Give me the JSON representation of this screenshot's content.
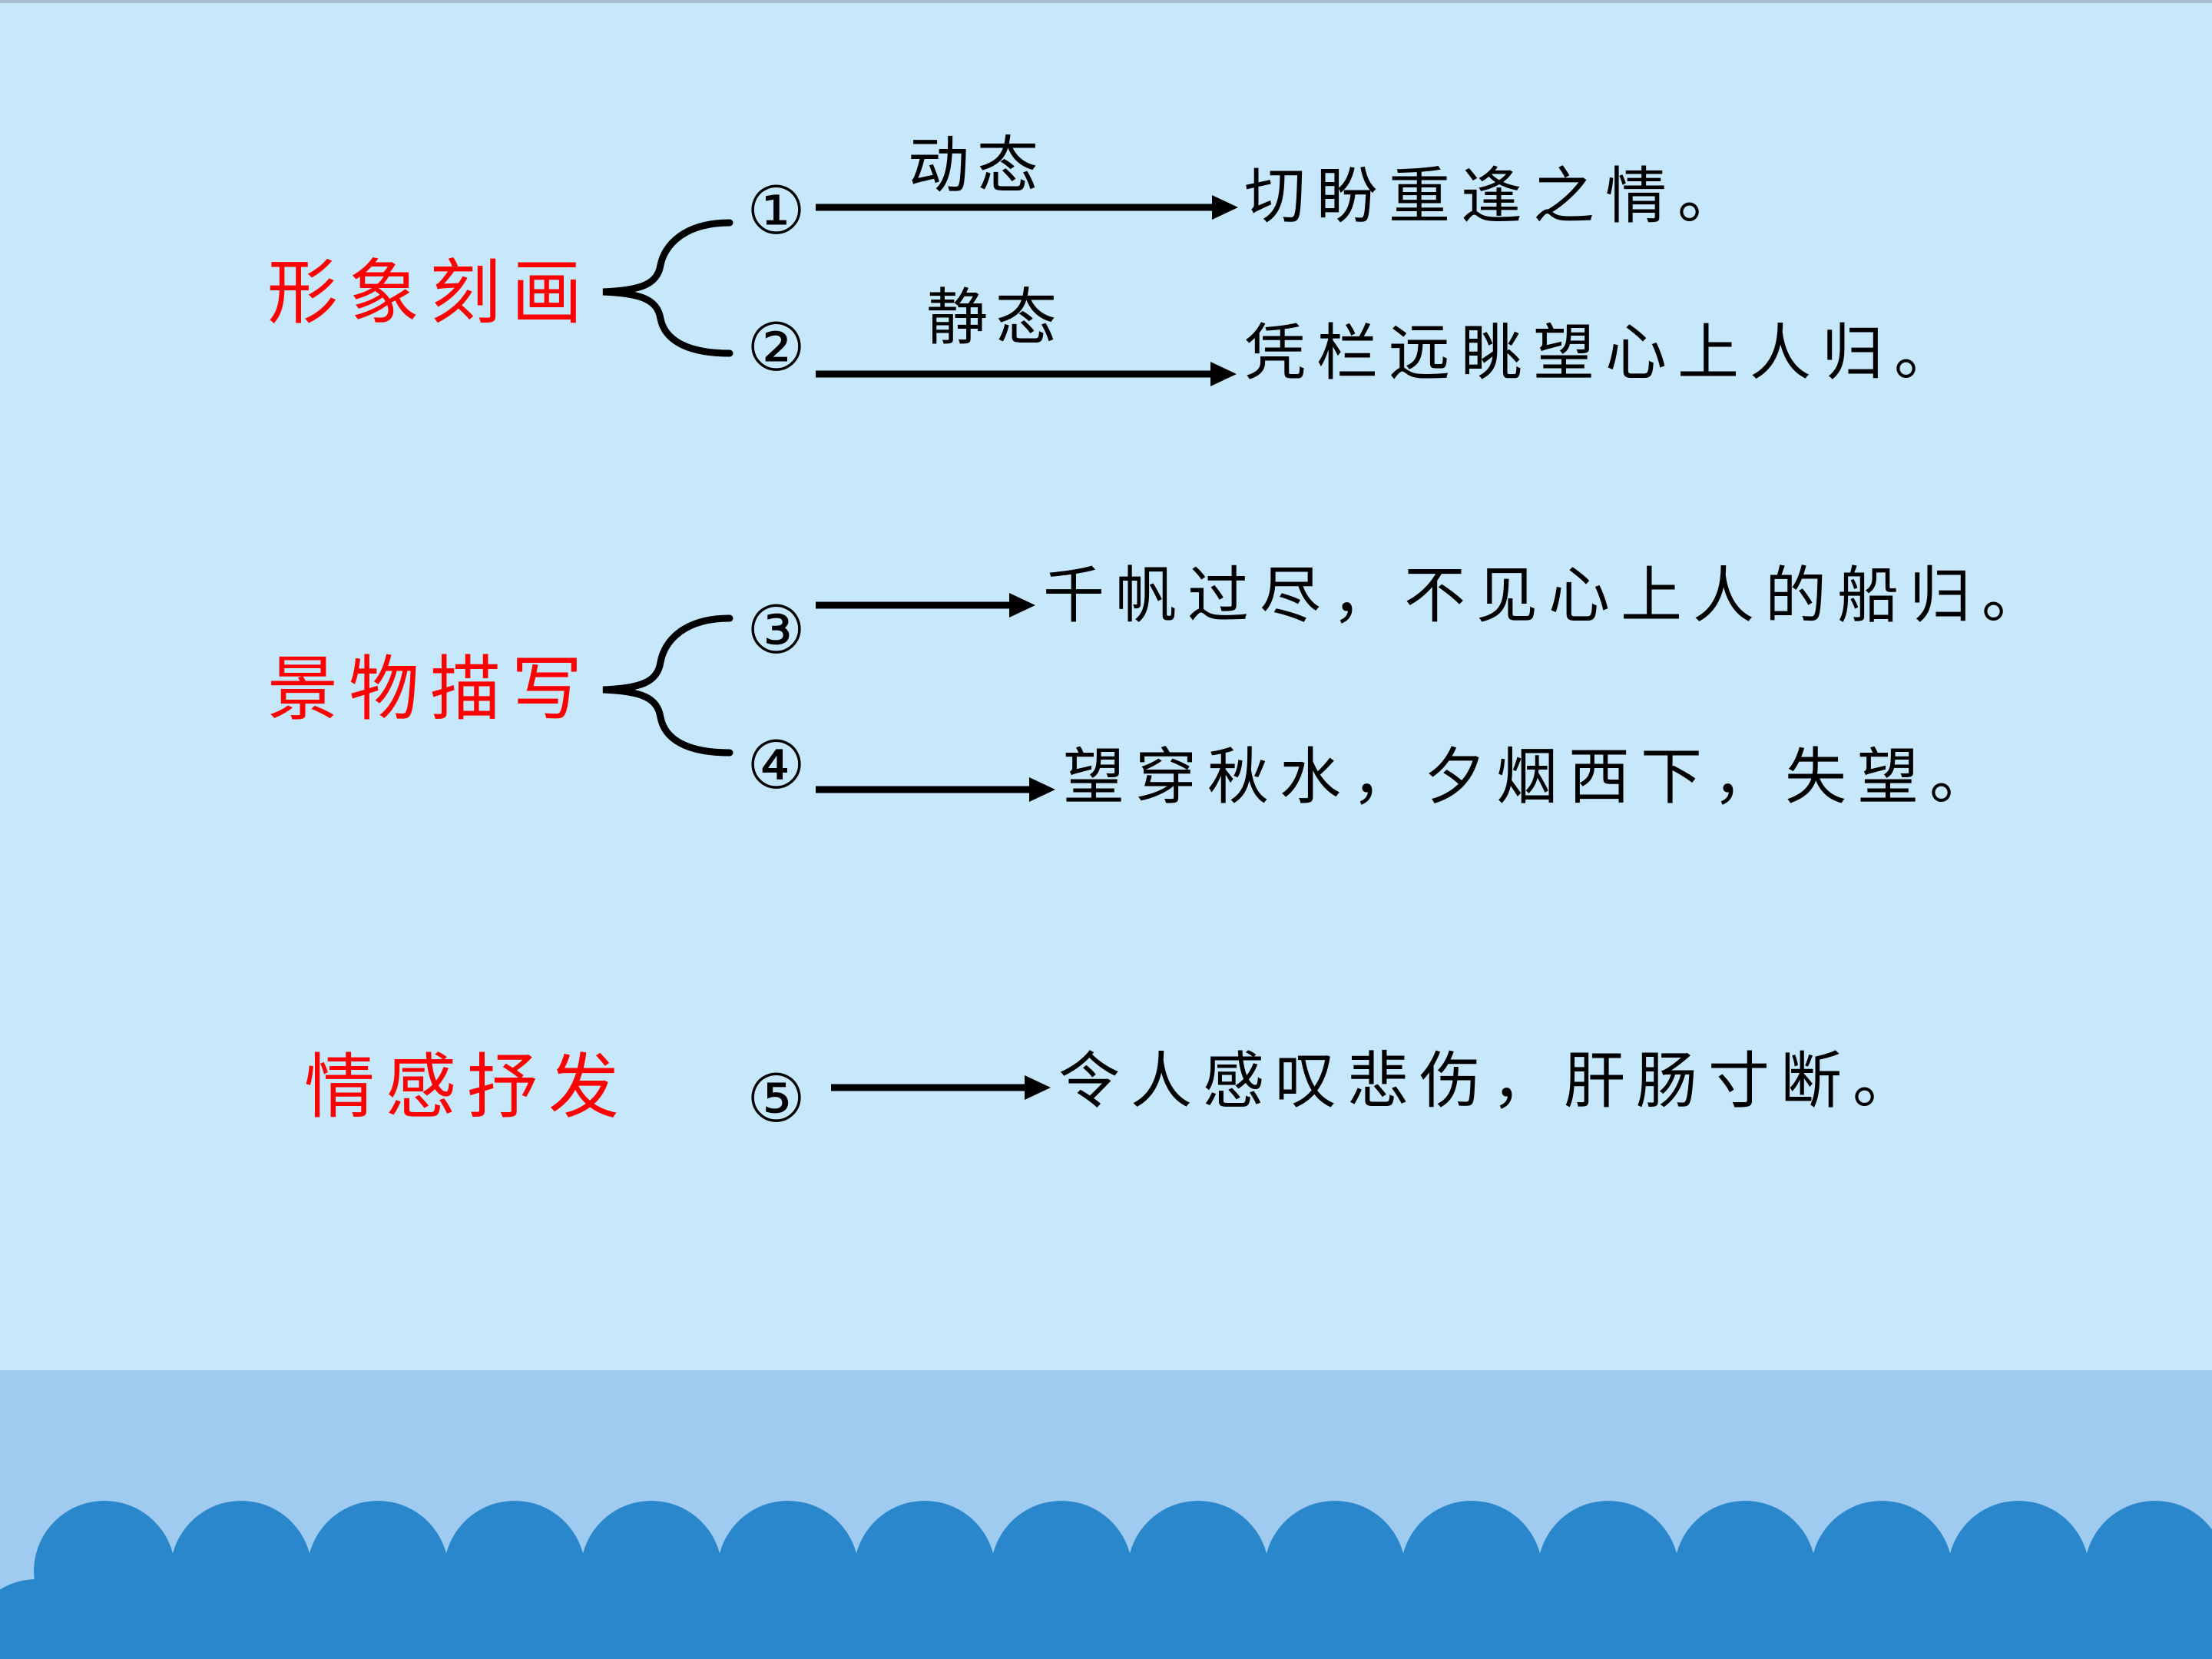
{
  "colors": {
    "background": "#c7e7fa",
    "band": "#9ecbef",
    "wave": "#2b87cc",
    "heading": "#ff0000",
    "text": "#000000"
  },
  "groups": [
    {
      "heading": "形象刻画",
      "items": [
        {
          "num": "①",
          "label": "动态",
          "desc": "切盼重逢之情。"
        },
        {
          "num": "②",
          "label": "静态",
          "desc": "凭栏远眺望心上人归。"
        }
      ]
    },
    {
      "heading": "景物描写",
      "items": [
        {
          "num": "③",
          "desc": "千帆过尽，不见心上人的船归。"
        },
        {
          "num": "④",
          "desc": "望穿秋水，夕烟西下，失望。"
        }
      ]
    },
    {
      "heading": "情感抒发",
      "items": [
        {
          "num": "⑤",
          "desc": "令人感叹悲伤，肝肠寸断。"
        }
      ]
    }
  ]
}
